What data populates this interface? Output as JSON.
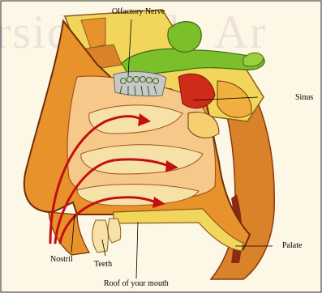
{
  "labels": {
    "olfactory_nerve": "Olfactory Nerve",
    "sinus": "Sinus",
    "palate": "Palate",
    "nostril": "Nostril",
    "teeth": "Teeth",
    "roof_of_mouth": "Roof of your mouth"
  },
  "watermark": "rsidade de Ar",
  "colors": {
    "background": "#fdf7e6",
    "bone": "#f2d65c",
    "tissue_orange": "#e8922c",
    "tissue_dark": "#c9651f",
    "nerve_green": "#7bbf2a",
    "sinus_red": "#d02a1a",
    "airflow_arrow": "#c21010",
    "cavity_pale": "#f6e2a8"
  }
}
